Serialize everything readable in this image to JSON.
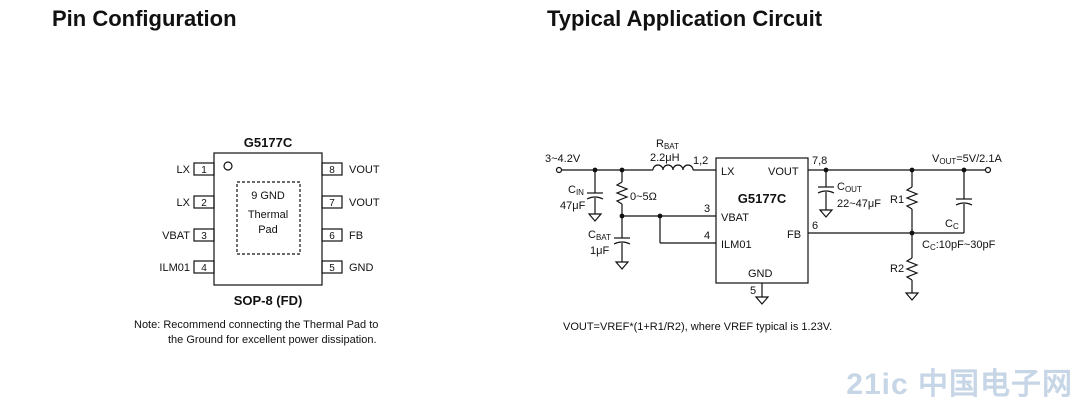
{
  "headings": {
    "pin": "Pin Configuration",
    "app": "Typical Application Circuit"
  },
  "package": {
    "name": "G5177C",
    "type": "SOP-8 (FD)",
    "pad_line1": "9 GND",
    "pad_line2": "Thermal",
    "pad_line3": "Pad",
    "left_pins": [
      {
        "num": "1",
        "name": "LX"
      },
      {
        "num": "2",
        "name": "LX"
      },
      {
        "num": "3",
        "name": "VBAT"
      },
      {
        "num": "4",
        "name": "ILM01"
      }
    ],
    "right_pins": [
      {
        "num": "8",
        "name": "VOUT"
      },
      {
        "num": "7",
        "name": "VOUT"
      },
      {
        "num": "6",
        "name": "FB"
      },
      {
        "num": "5",
        "name": "GND"
      }
    ]
  },
  "note": {
    "line1": "Note: Recommend connecting the Thermal Pad to",
    "line2": "the Ground for excellent power dissipation."
  },
  "circuit": {
    "ic_name": "G5177C",
    "vin": "3~4.2V",
    "rbat_main": "R",
    "rbat_sub": "BAT",
    "rbat_value": "2.2μH",
    "node_12": "1,2",
    "pin_lx": "LX",
    "pin_vout": "VOUT",
    "pin_vbat": "VBAT",
    "pin_ilm": "ILM01",
    "pin_fb": "FB",
    "pin_gnd": "GND",
    "node_78": "7,8",
    "node_3": "3",
    "node_4": "4",
    "node_6": "6",
    "node_5": "5",
    "cin_main": "C",
    "cin_sub": "IN",
    "cin_value": "47μF",
    "r_0_5": "0~5Ω",
    "cbat_main": "C",
    "cbat_sub": "BAT",
    "cbat_value": "1μF",
    "cout_main": "C",
    "cout_sub": "OUT",
    "cout_value": "22~47μF",
    "vout_main": "V",
    "vout_sub": "OUT",
    "vout_value": "=5V/2.1A",
    "r1": "R1",
    "r2": "R2",
    "cc_main": "C",
    "cc_sub": "C",
    "cc_value_main": "C",
    "cc_value_sub": "C",
    "cc_value": ":10pF~30pF",
    "formula": "VOUT=VREF*(1+R1/R2), where VREF typical is 1.23V."
  },
  "watermark": "21ic 中国电子网"
}
